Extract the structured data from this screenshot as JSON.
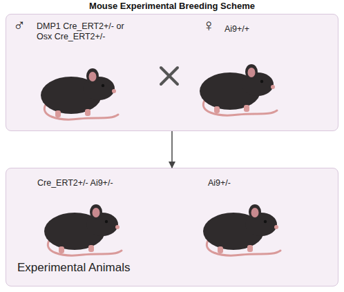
{
  "diagram": {
    "title": "Mouse Experimental Breeding Scheme",
    "nodes": [
      {
        "text": [
          "♂",
          "DMP1 Cre_ERT2+/- or Osx Cre_ERT2+/-",
          "♀",
          "Ai9+/+"
        ]
      },
      {
        "text": [
          "Cre_ERT2+/- Ai9+/-",
          "Ai9+/-",
          "Experimental Animals"
        ]
      }
    ],
    "edges": [
      {
        "from": 0,
        "to": 1,
        "arrow": "to"
      }
    ]
  }
}
